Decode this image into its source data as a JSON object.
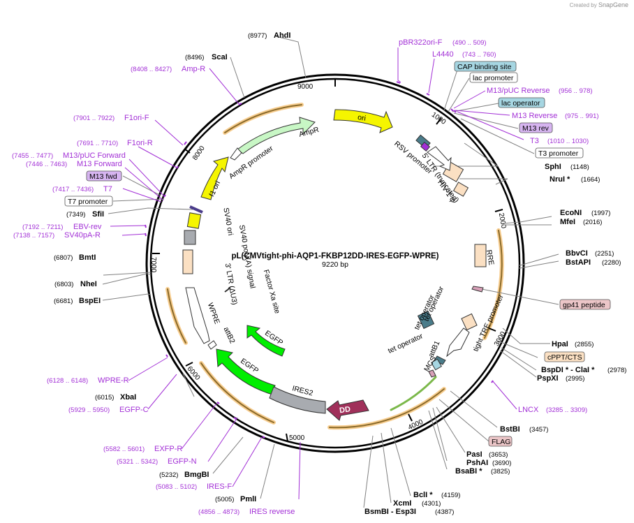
{
  "brand": {
    "prefix": "Created by",
    "name": "SnapGene"
  },
  "plasmid": {
    "name": "pL(CMVtight-phi-AQP1-FKBP12DD-IRES-EGFP-WPRE)",
    "length": "9220 bp"
  },
  "ticks": [
    "1000",
    "2000",
    "3000",
    "4000",
    "5000",
    "6000",
    "7000",
    "8000",
    "9000"
  ],
  "enzymes": [
    {
      "name": "AhdI",
      "pos": "(8977)"
    },
    {
      "name": "ScaI",
      "pos": "(8496)"
    },
    {
      "name": "SfiI",
      "pos": "(7349)"
    },
    {
      "name": "BmtI",
      "pos": "(6807)"
    },
    {
      "name": "NheI",
      "pos": "(6803)"
    },
    {
      "name": "BspEI",
      "pos": "(6681)"
    },
    {
      "name": "XbaI",
      "pos": "(6015)"
    },
    {
      "name": "BmgBI",
      "pos": "(5232)"
    },
    {
      "name": "PmlI",
      "pos": "(5005)"
    },
    {
      "name": "SphI",
      "pos": "(1148)"
    },
    {
      "name": "NruI *",
      "pos": "(1664)"
    },
    {
      "name": "EcoNI",
      "pos": "(1997)"
    },
    {
      "name": "MfeI",
      "pos": "(2016)"
    },
    {
      "name": "BbvCI",
      "pos": "(2251)"
    },
    {
      "name": "BstAPI",
      "pos": "(2280)"
    },
    {
      "name": "HpaI",
      "pos": "(2855)"
    },
    {
      "name": "BspDI * - ClaI *",
      "pos": "(2978)"
    },
    {
      "name": "PspXI",
      "pos": "(2995)"
    },
    {
      "name": "BstBI",
      "pos": "(3457)"
    },
    {
      "name": "PasI",
      "pos": "(3653)"
    },
    {
      "name": "PshAI",
      "pos": "(3690)"
    },
    {
      "name": "BsaBI *",
      "pos": "(3825)"
    },
    {
      "name": "BclI *",
      "pos": "(4159)"
    },
    {
      "name": "XcmI",
      "pos": "(4301)"
    },
    {
      "name": "BsmBI - Esp3I",
      "pos": "(4387)"
    }
  ],
  "primers": [
    {
      "name": "pBR322ori-F",
      "pos": "(490 .. 509)"
    },
    {
      "name": "L4440",
      "pos": "(743 .. 760)"
    },
    {
      "name": "M13/pUC Reverse",
      "pos": "(956 .. 978)"
    },
    {
      "name": "M13 Reverse",
      "pos": "(975 .. 991)"
    },
    {
      "name": "T3",
      "pos": "(1010 .. 1030)"
    },
    {
      "name": "LNCX",
      "pos": "(3285 .. 3309)"
    },
    {
      "name": "Amp-R",
      "pos": "(8408 .. 8427)"
    },
    {
      "name": "F1ori-F",
      "pos": "(7901 .. 7922)"
    },
    {
      "name": "F1ori-R",
      "pos": "(7691 .. 7710)"
    },
    {
      "name": "M13/pUC Forward",
      "pos": "(7455 .. 7477)"
    },
    {
      "name": "M13 Forward",
      "pos": "(7446 .. 7463)"
    },
    {
      "name": "T7",
      "pos": "(7417 .. 7436)"
    },
    {
      "name": "EBV-rev",
      "pos": "(7192 .. 7211)"
    },
    {
      "name": "SV40pA-R",
      "pos": "(7138 .. 7157)"
    },
    {
      "name": "WPRE-R",
      "pos": "(6128 .. 6148)"
    },
    {
      "name": "EGFP-C",
      "pos": "(5929 .. 5950)"
    },
    {
      "name": "EXFP-R",
      "pos": "(5582 .. 5601)"
    },
    {
      "name": "EGFP-N",
      "pos": "(5321 .. 5342)"
    },
    {
      "name": "IRES-F",
      "pos": "(5083 .. 5102)"
    },
    {
      "name": "IRES reverse",
      "pos": "(4856 .. 4873)"
    }
  ],
  "boxed_labels": {
    "cap_binding_site": "CAP binding site",
    "lac_promoter": "lac promoter",
    "lac_operator": "lac operator",
    "m13_rev": "M13 rev",
    "t3_promoter": "T3 promoter",
    "gp41_peptide": "gp41 peptide",
    "cppt_cts": "cPPT/CTS",
    "flag": "FLAG",
    "m13_fwd": "M13 fwd",
    "t7_promoter": "T7 promoter"
  },
  "features": {
    "ori": "ori",
    "ampr": "AmpR",
    "ampr_promoter": "AmpR promoter",
    "f1_ori": "f1 ori",
    "rsv_promoter": "RSV promoter",
    "ltr5": "5' LTR (truncated)",
    "hiv_psi": "HIV-1 ψ",
    "rre": "RRE",
    "tet_operator_1": "tet operator",
    "tet_operator_2": "tet operator",
    "tet_operator_3": "tet operator",
    "tight_tre": "tight TRE promoter",
    "attb1": "attB1",
    "mcs": "MCS",
    "dd": "DD",
    "ires2": "IRES2",
    "egfp_inner": "EGFP",
    "egfp_outer": "EGFP",
    "attb2": "attB2",
    "wpre": "WPRE",
    "factor_xa": "Factor Xa site",
    "ltr3": "3' LTR (ΔU3)",
    "sv40_polya": "SV40 poly(A) signal",
    "sv40_ori": "SV40 ori"
  },
  "colors": {
    "ori": "#f5f500",
    "ampr": "#c8f7c5",
    "ltr": "#fbe0c3",
    "egfp": "#00ee00",
    "ires": "#a8abb0",
    "dd": "#a0305a",
    "primer": "#a22fd6",
    "orf_band": "#f4b860",
    "box_blue": "#a6d6e2",
    "box_purple": "#d6b4f0",
    "box_pink": "#ecc6c8"
  }
}
